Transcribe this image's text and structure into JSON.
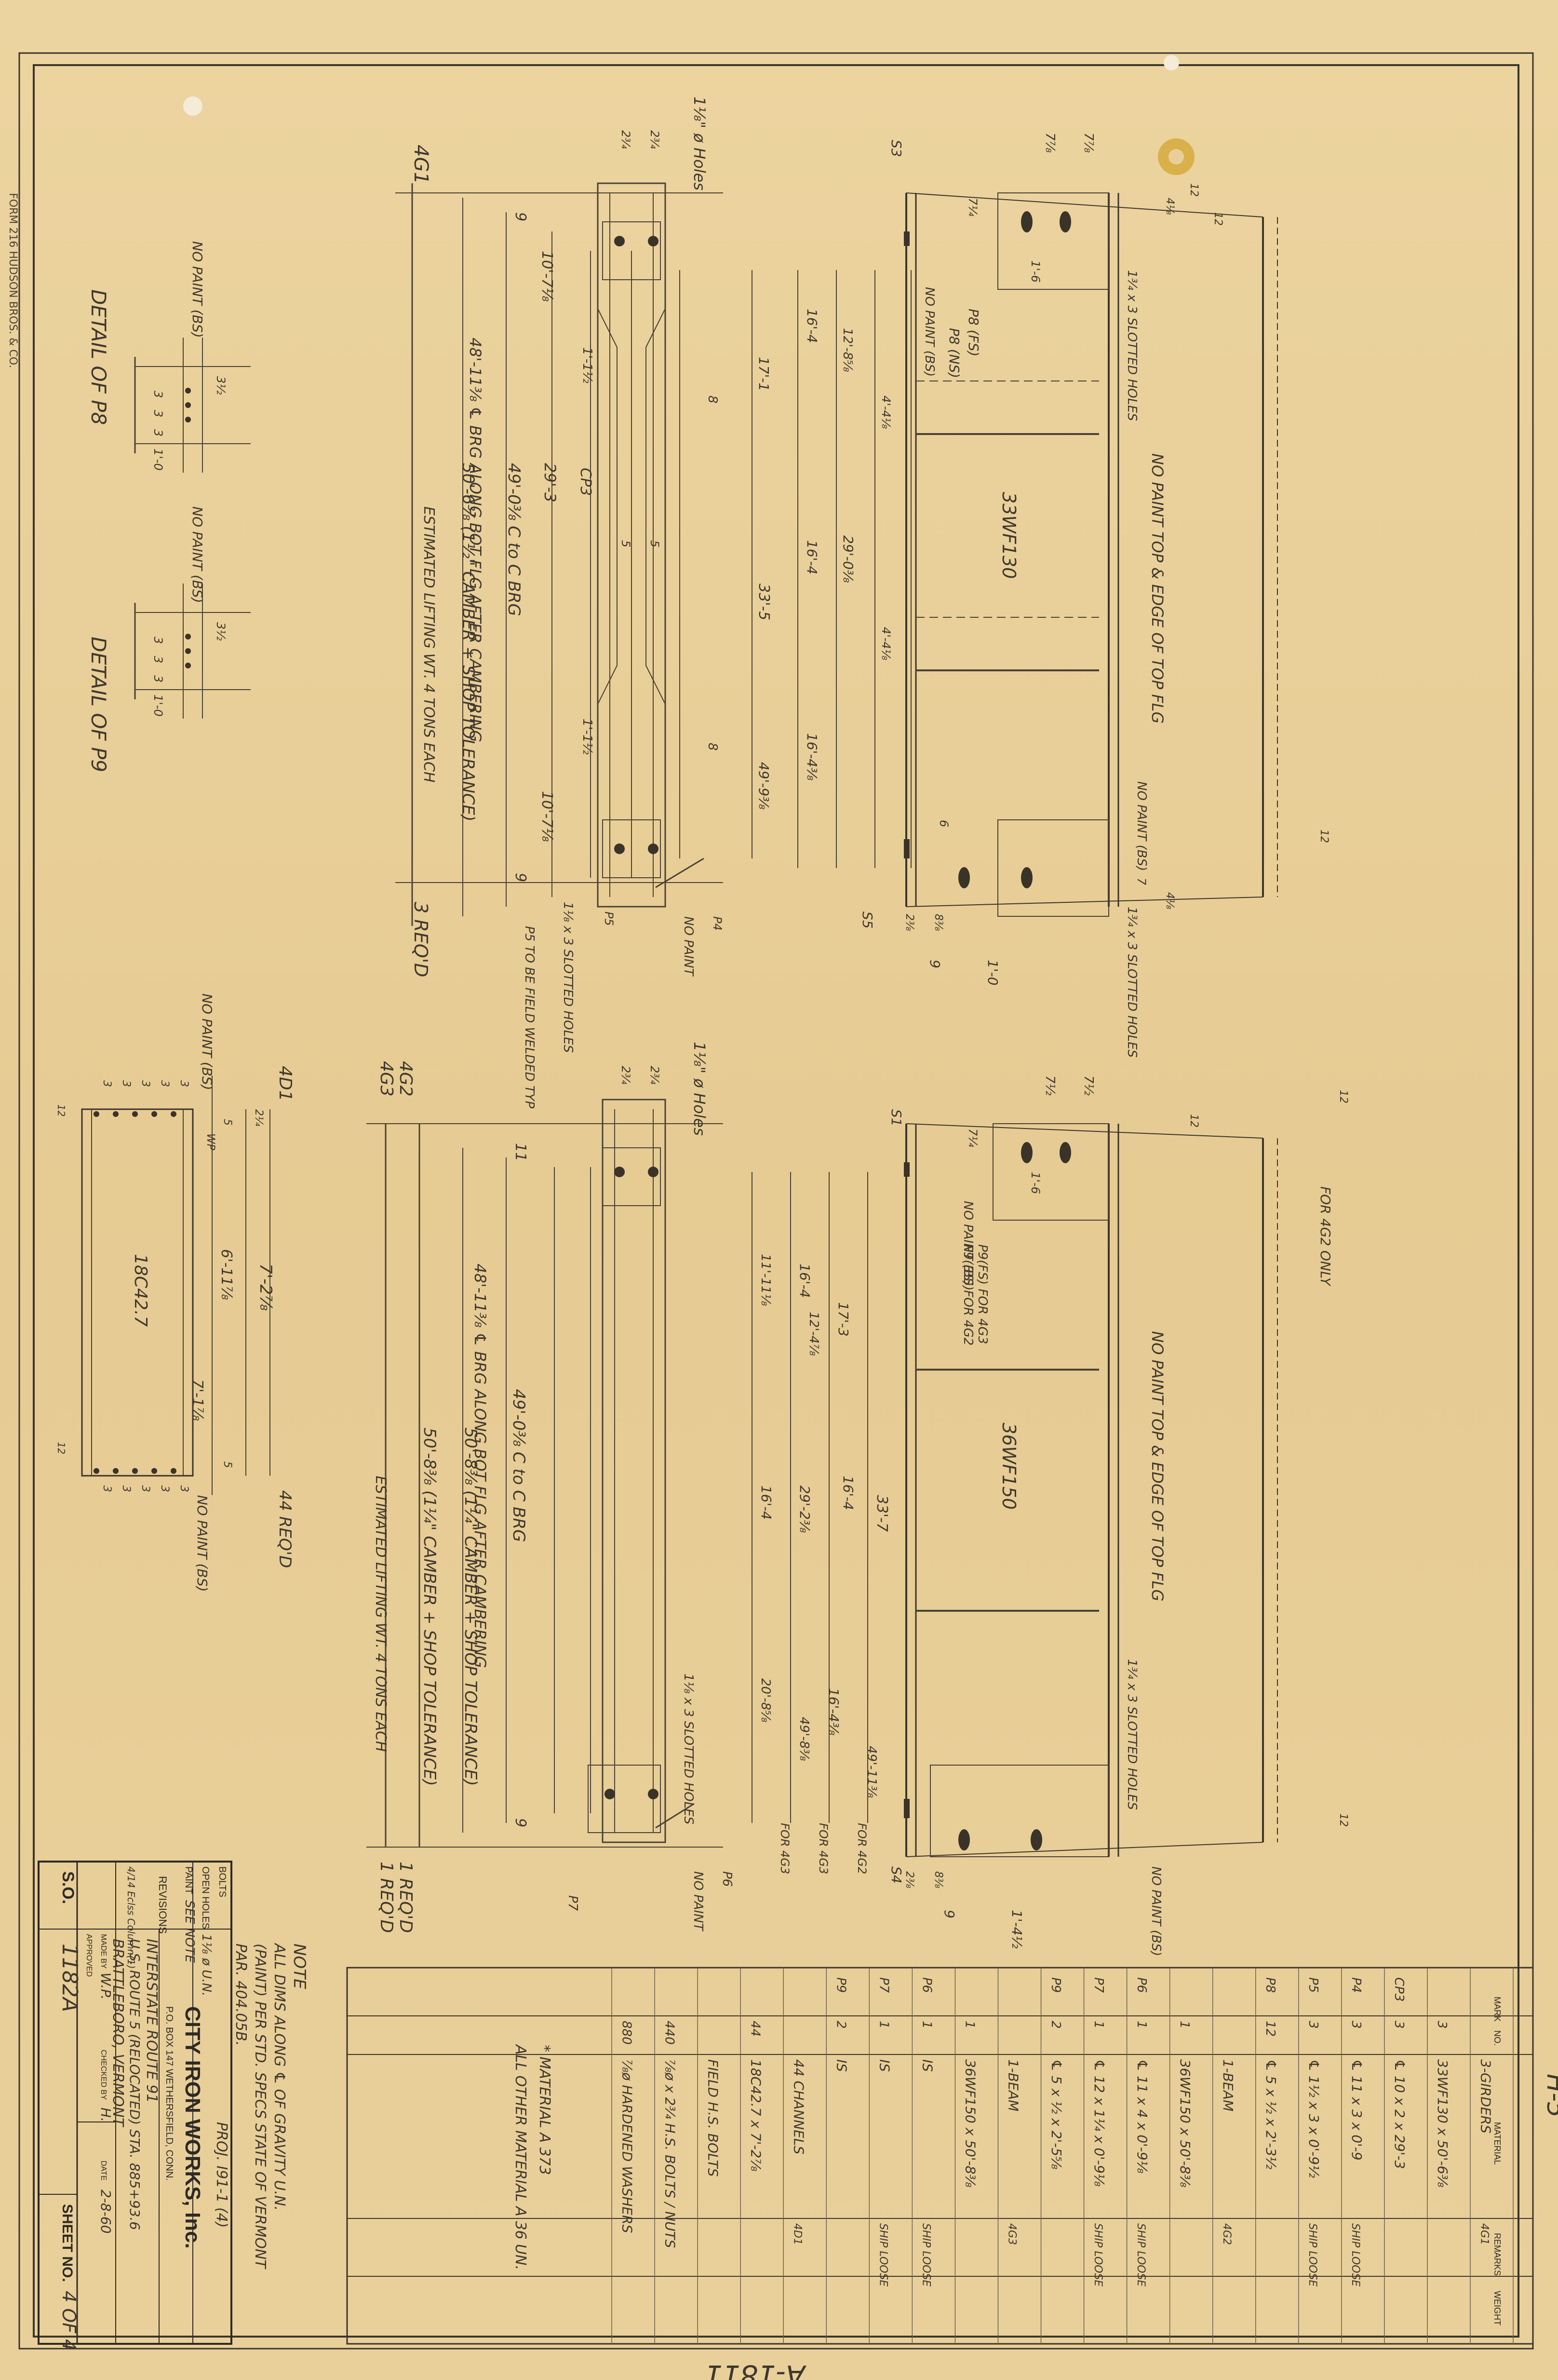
{
  "sheet": {
    "side_note": "FORM 216 HUDSON BROS. & CO.",
    "footer_code": "A-1811",
    "right_edge_mark": "H-5"
  },
  "girder_4g1": {
    "mark": "4G1",
    "hole_note": "1⅛\" ø Holes",
    "beam_size": "33WF130",
    "top_dims": [
      "2¾",
      "2¾"
    ],
    "dim_end_left": "9",
    "dim_end_right": "9",
    "dim_10_7": "10'-7⅛",
    "dim_10_7_b": "10'-7⅛",
    "dim_1_1": "1'-1½",
    "dim_29_3": "29'-3",
    "cp3": "CP3",
    "dim_5a": "5",
    "dim_5b": "5",
    "dim_1_1b": "1'-1½",
    "brg_note": "48'-11⅜ ℄ BRG ALONG BOT FLG AFTER CAMBERING",
    "c_to_c": "49'-0⅜  C to C BRG",
    "overall": "50'-6⅜  (1½\" CAMBER + SHOP TOLERANCE)",
    "lifting": "ESTIMATED LIFTING WT. 4 TONS EACH",
    "reqd": "3 REQ'D",
    "slotted_bottom": "1⅛ x 3 SLOTTED HOLES",
    "field_weld": "P5 TO BE FIELD WELDED TYP",
    "no_paint_bottom": "NO PAINT",
    "p4": "P4",
    "p5": "P5",
    "weld_8a": "8",
    "weld_8b": "8"
  },
  "elev_4g1": {
    "s3": "S3",
    "s5": "S5",
    "dims_top": [
      "7⅞",
      "7⅞"
    ],
    "dim_7_4": "7¼",
    "dim_1_6": "1'-6",
    "no_paint_bs": "NO PAINT (BS)",
    "p8fs": "P8 (FS)",
    "p8ns": "P8 (NS)",
    "slotted_top": "1¾ x 3 SLOTTED HOLES",
    "slotted_bottom": "1¾ x 3 SLOTTED HOLES",
    "no_paint_top": "NO PAINT TOP & EDGE OF TOP FLG",
    "no_paint_bs2": "NO PAINT (BS)",
    "dim_16_4": "16'-4",
    "dim_17_1": "17'-1",
    "dim_12_8": "12'-8⅝",
    "dim_4_4a": "4'-4⅛",
    "dim_16_4b": "16'-4",
    "dim_29_0": "29'-0⅜",
    "dim_33_5": "33'-5",
    "dim_4_4b": "4'-4⅛",
    "dim_16_4c": "16'-4⅜",
    "dim_49_9": "49'-9⅜",
    "dim_4_1": "4⅛",
    "dim_4_2": "4⅛",
    "dim_6": "6",
    "dim_7": "7",
    "dim_9": "9",
    "dim_1_0": "1'-0",
    "dim_2_3": "2⅜",
    "dim_8_3": "8⅜",
    "weld_12a": "12",
    "weld_12b": "12",
    "weld_12c": "12"
  },
  "detail_p8": {
    "title": "DETAIL OF P8",
    "no_paint": "NO PAINT (BS)",
    "dims": [
      "3",
      "3",
      "3",
      "1'-0"
    ],
    "side": "3½"
  },
  "detail_p9": {
    "title": "DETAIL OF P9",
    "no_paint": "NO PAINT (BS)",
    "dims": [
      "3",
      "3",
      "3",
      "1'-0"
    ],
    "side": "3½"
  },
  "channel_4d1": {
    "mark": "4D1",
    "no_paint_top": "NO PAINT (BS)",
    "size": "18C42.7",
    "dim_7_2": "7'-2⅞",
    "dim_6_11": "6'-11⅞",
    "dim_7_1": "7'-1⅞",
    "dims_top": [
      "3",
      "3",
      "3",
      "3",
      "3"
    ],
    "dims_bot": [
      "3",
      "3",
      "3",
      "3",
      "3"
    ],
    "reqd": "44 REQ'D",
    "no_paint_bot": "NO PAINT (BS)",
    "dim_2_4": "2¼",
    "dim_5a": "5",
    "dim_5b": "5",
    "wp": "WP",
    "weld_12a": "12",
    "weld_12b": "12"
  },
  "girder_4g2": {
    "mark1": "4G2",
    "mark2": "4G3",
    "hole_note": "1⅛\" ø Holes",
    "top_dims": [
      "2¾",
      "2¾"
    ],
    "dim_11": "11",
    "dim_9": "9",
    "brg_note": "48'-11⅜ ℄ BRG ALONG BOT FLG AFTER CAMBERING",
    "c_to_c": "49'-0⅜  C to C BRG",
    "overall1": "50'-8⅜  (1¼\" CAMBER + SHOP TOLERANCE)",
    "overall2": "50'-8⅜  (1¼\" CAMBER + SHOP TOLERANCE)",
    "lifting": "ESTIMATED LIFTING WT. 4 TONS EACH",
    "reqd1": "1 REQ'D",
    "reqd2": "1 REQ'D",
    "slotted": "1⅛ x 3 SLOTTED HOLES",
    "no_paint": "NO PAINT",
    "p6": "P6",
    "p7": "P7"
  },
  "elev_4g2": {
    "s1": "S1",
    "s4": "S4",
    "dims_top": [
      "7½",
      "7½"
    ],
    "dim_7_4": "7¼",
    "dim_1_6": "1'-6",
    "no_paint_bs": "NO PAINT (BS)",
    "p9": "P9(BS) FOR 4G2",
    "p9b": "P9(FS) FOR 4G3",
    "beam_size": "36WF150",
    "for_4g2": "FOR 4G2 ONLY",
    "no_paint_top": "NO PAINT TOP & EDGE OF TOP FLG",
    "slotted": "1¾ x 3 SLOTTED HOLES",
    "dim_16_4": "16'-4",
    "dim_17_3": "17'-3",
    "dim_11_11": "11'-11⅛",
    "dim_12_4": "12'-4⅞",
    "dim_16_4b": "16'-4",
    "dim_29_2": "29'-2⅜",
    "dim_33_7": "33'-7",
    "dim_16_4c": "16'-4",
    "dim_16_4d": "16'-4⅜",
    "dim_20_8": "20'-8⅝",
    "dim_49_8": "49'-8⅜",
    "dim_49_11": "49'-11⅜",
    "for_4g3a": "FOR 4G3",
    "for_4g3b": "FOR 4G3",
    "for_4g2b": "FOR 4G2",
    "dim_2_3": "2⅜",
    "dim_8_3": "8⅜",
    "dim_9": "9",
    "dim_1_4": "1'-4½",
    "no_paint_bs2": "NO PAINT (BS)",
    "weld_12a": "12",
    "weld_12b": "12",
    "weld_12c": "12"
  },
  "note": {
    "heading": "NOTE",
    "line1": "ALL DIMS ALONG ℄ OF GRAVITY U.N.",
    "line2": "(PAINT) PER STD. SPECS STATE OF VERMONT",
    "line3": "PAR. 404.05B.",
    "proj": "PROJ. I91-1 (4)"
  },
  "material_notes": {
    "line1": "* MATERIAL A 373",
    "line2": "ALL OTHER MATERIAL A 36 UN."
  },
  "bom": {
    "headers": [
      "MARK",
      "NO.",
      "MATERIAL",
      "REMARKS",
      "WEIGHT"
    ],
    "rows": [
      {
        "mark": "",
        "no": "",
        "material": "3-GIRDERS",
        "remarks": "4G1"
      },
      {
        "mark": "",
        "no": "3",
        "material": "33WF130 x 50'-6⅜",
        "remarks": ""
      },
      {
        "mark": "CP3",
        "no": "3",
        "material": "℄ 10 x 2 x 29'-3",
        "remarks": ""
      },
      {
        "mark": "P4",
        "no": "3",
        "material": "℄ 11 x 3 x 0'-9",
        "remarks": "SHIP LOOSE"
      },
      {
        "mark": "P5",
        "no": "3",
        "material": "℄ 1½ x 3 x 0'-9½",
        "remarks": "SHIP LOOSE"
      },
      {
        "mark": "P8",
        "no": "12",
        "material": "℄ 5 x ½ x 2'-3½",
        "remarks": ""
      },
      {
        "mark": "",
        "no": "",
        "material": "1-BEAM",
        "remarks": "4G2"
      },
      {
        "mark": "",
        "no": "1",
        "material": "36WF150 x 50'-8⅜",
        "remarks": ""
      },
      {
        "mark": "P6",
        "no": "1",
        "material": "℄ 11 x 4 x 0'-9⅛",
        "remarks": "SHIP LOOSE"
      },
      {
        "mark": "P7",
        "no": "1",
        "material": "℄ 12 x 1¼ x 0'-9⅛",
        "remarks": "SHIP LOOSE"
      },
      {
        "mark": "P9",
        "no": "2",
        "material": "℄ 5 x ½ x 2'-5⅝",
        "remarks": ""
      },
      {
        "mark": "",
        "no": "",
        "material": "1-BEAM",
        "remarks": "4G3"
      },
      {
        "mark": "",
        "no": "1",
        "material": "36WF150 x 50'-8⅜",
        "remarks": ""
      },
      {
        "mark": "P6",
        "no": "1",
        "material": "IS",
        "remarks": "SHIP LOOSE"
      },
      {
        "mark": "P7",
        "no": "1",
        "material": "IS",
        "remarks": "SHIP LOOSE"
      },
      {
        "mark": "P9",
        "no": "2",
        "material": "IS",
        "remarks": ""
      },
      {
        "mark": "",
        "no": "",
        "material": "44 CHANNELS",
        "remarks": "4D1"
      },
      {
        "mark": "",
        "no": "44",
        "material": "18C42.7 x 7'-2⅞",
        "remarks": ""
      },
      {
        "mark": "",
        "no": "",
        "material": "FIELD H.S. BOLTS",
        "remarks": ""
      },
      {
        "mark": "",
        "no": "440",
        "material": "⅞ø x 2¾ H.S. BOLTS / NUTS",
        "remarks": ""
      },
      {
        "mark": "",
        "no": "880",
        "material": "⅞ø HARDENED WASHERS",
        "remarks": ""
      }
    ]
  },
  "title_block": {
    "bolts_label": "BOLTS",
    "open_holes_label": "OPEN HOLES",
    "open_holes_value": "1⅛ ø U.N.",
    "paint_label": "PAINT",
    "paint_value": "SEE NOTE",
    "revisions_label": "REVISIONS",
    "revision_entry": "4/14  Eclss Column(1)",
    "company": "CITY IRON WORKS, Inc.",
    "address": "P.O. BOX 147    WETHERSFIELD, CONN.",
    "job_line1": "INTERSTATE ROUTE 91",
    "job_line2": "U.S. ROUTE 5 (RELOCATED) STA. 885+93.6",
    "job_line3": "BRATTLEBORO, VERMONT",
    "made_by_label": "MADE BY",
    "made_by": "W.P.",
    "checked_label": "CHECKED BY",
    "checked_by": "H.",
    "date_label": "DATE",
    "date": "2-8-60",
    "approved_label": "APPROVED",
    "so_label": "S.O.",
    "so_value": "1182A",
    "sheet_label": "SHEET NO.",
    "sheet_value": "4 OF 4"
  },
  "colors": {
    "paper": "#e8cf9a",
    "pencil": "#4a4236",
    "tape": "#d9b04a"
  }
}
